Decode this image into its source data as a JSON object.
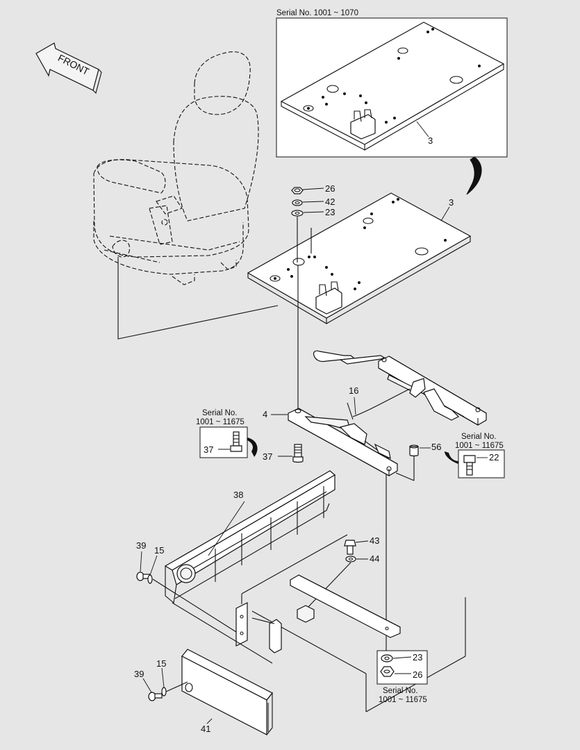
{
  "direction_label": "FRONT",
  "inset": {
    "serial_caption": "Serial No. 1001 ~ 1070",
    "part_label": "3"
  },
  "main_plate_label": "3",
  "callouts": {
    "nut_top": "26",
    "spring_washer_top": "42",
    "washer_top": "23",
    "slide_rail": "4",
    "lever_wire": "16",
    "bolt_left": "37",
    "bolt_right": "56",
    "cover_panel": "38",
    "screw_upper": "39",
    "washer_upper": "15",
    "bolt_middle": "43",
    "washer_middle": "44",
    "washer_bottom": "23",
    "nut_bottom": "26",
    "screw_lower": "39",
    "washer_lower": "15",
    "lower_cover": "41"
  },
  "serial_boxes": {
    "left": {
      "line1": "Serial No.",
      "line2": "1001 ~ 11675",
      "part": "37"
    },
    "right": {
      "line1": "Serial No.",
      "line2": "1001 ~ 11675",
      "part": "22"
    },
    "bottom": {
      "line1": "Serial No.",
      "line2": "1001 ~ 11675"
    }
  }
}
